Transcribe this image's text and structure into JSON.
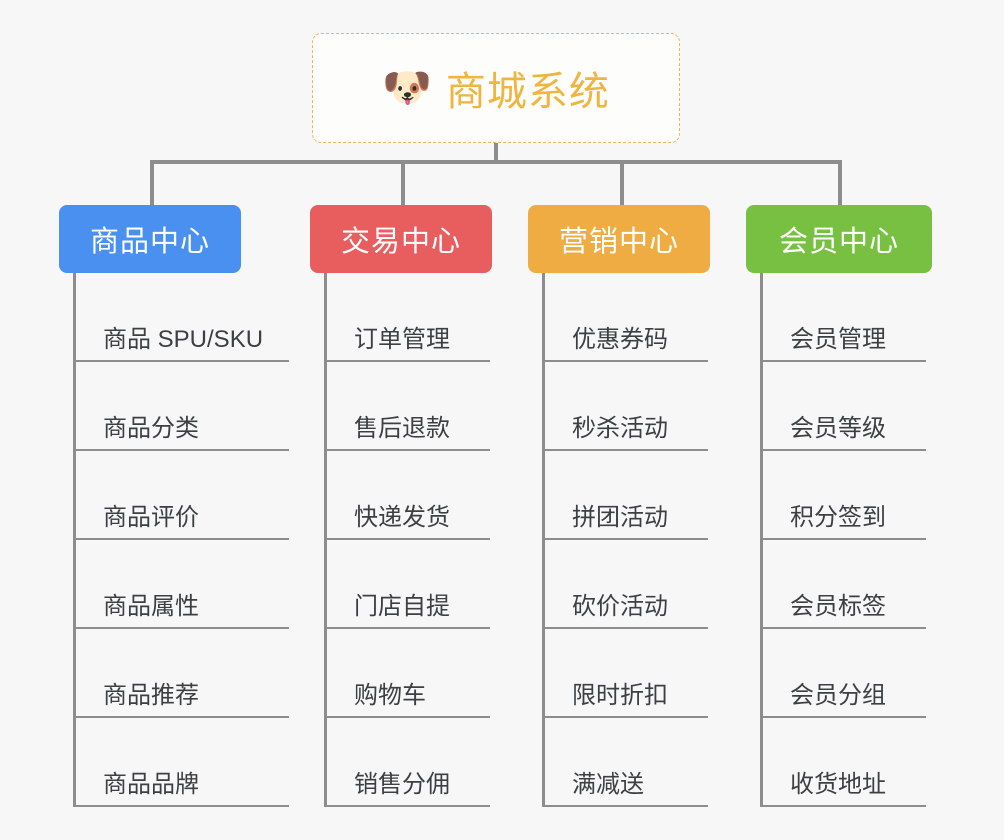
{
  "root": {
    "title": "商城系统",
    "icon": "shiba-dog-emoji",
    "emoji": "🐶",
    "border_color": "#e8b75a",
    "text_color": "#efb540",
    "background": "#fdfdfc"
  },
  "canvas": {
    "background": "#f7f7f7",
    "connector_color": "#8d8d8d"
  },
  "branches": [
    {
      "title": "商品中心",
      "color": "#4a90f0",
      "text_color": "#ffffff",
      "items": [
        "商品 SPU/SKU",
        "商品分类",
        "商品评价",
        "商品属性",
        "商品推荐",
        "商品品牌"
      ]
    },
    {
      "title": "交易中心",
      "color": "#e85d5d",
      "text_color": "#ffffff",
      "items": [
        "订单管理",
        "售后退款",
        "快递发货",
        "门店自提",
        "购物车",
        "销售分佣"
      ]
    },
    {
      "title": "营销中心",
      "color": "#eeac42",
      "text_color": "#ffffff",
      "items": [
        "优惠券码",
        "秒杀活动",
        "拼团活动",
        "砍价活动",
        "限时折扣",
        "满减送"
      ]
    },
    {
      "title": "会员中心",
      "color": "#78c042",
      "text_color": "#ffffff",
      "items": [
        "会员管理",
        "会员等级",
        "积分签到",
        "会员标签",
        "会员分组",
        "收货地址"
      ]
    }
  ]
}
